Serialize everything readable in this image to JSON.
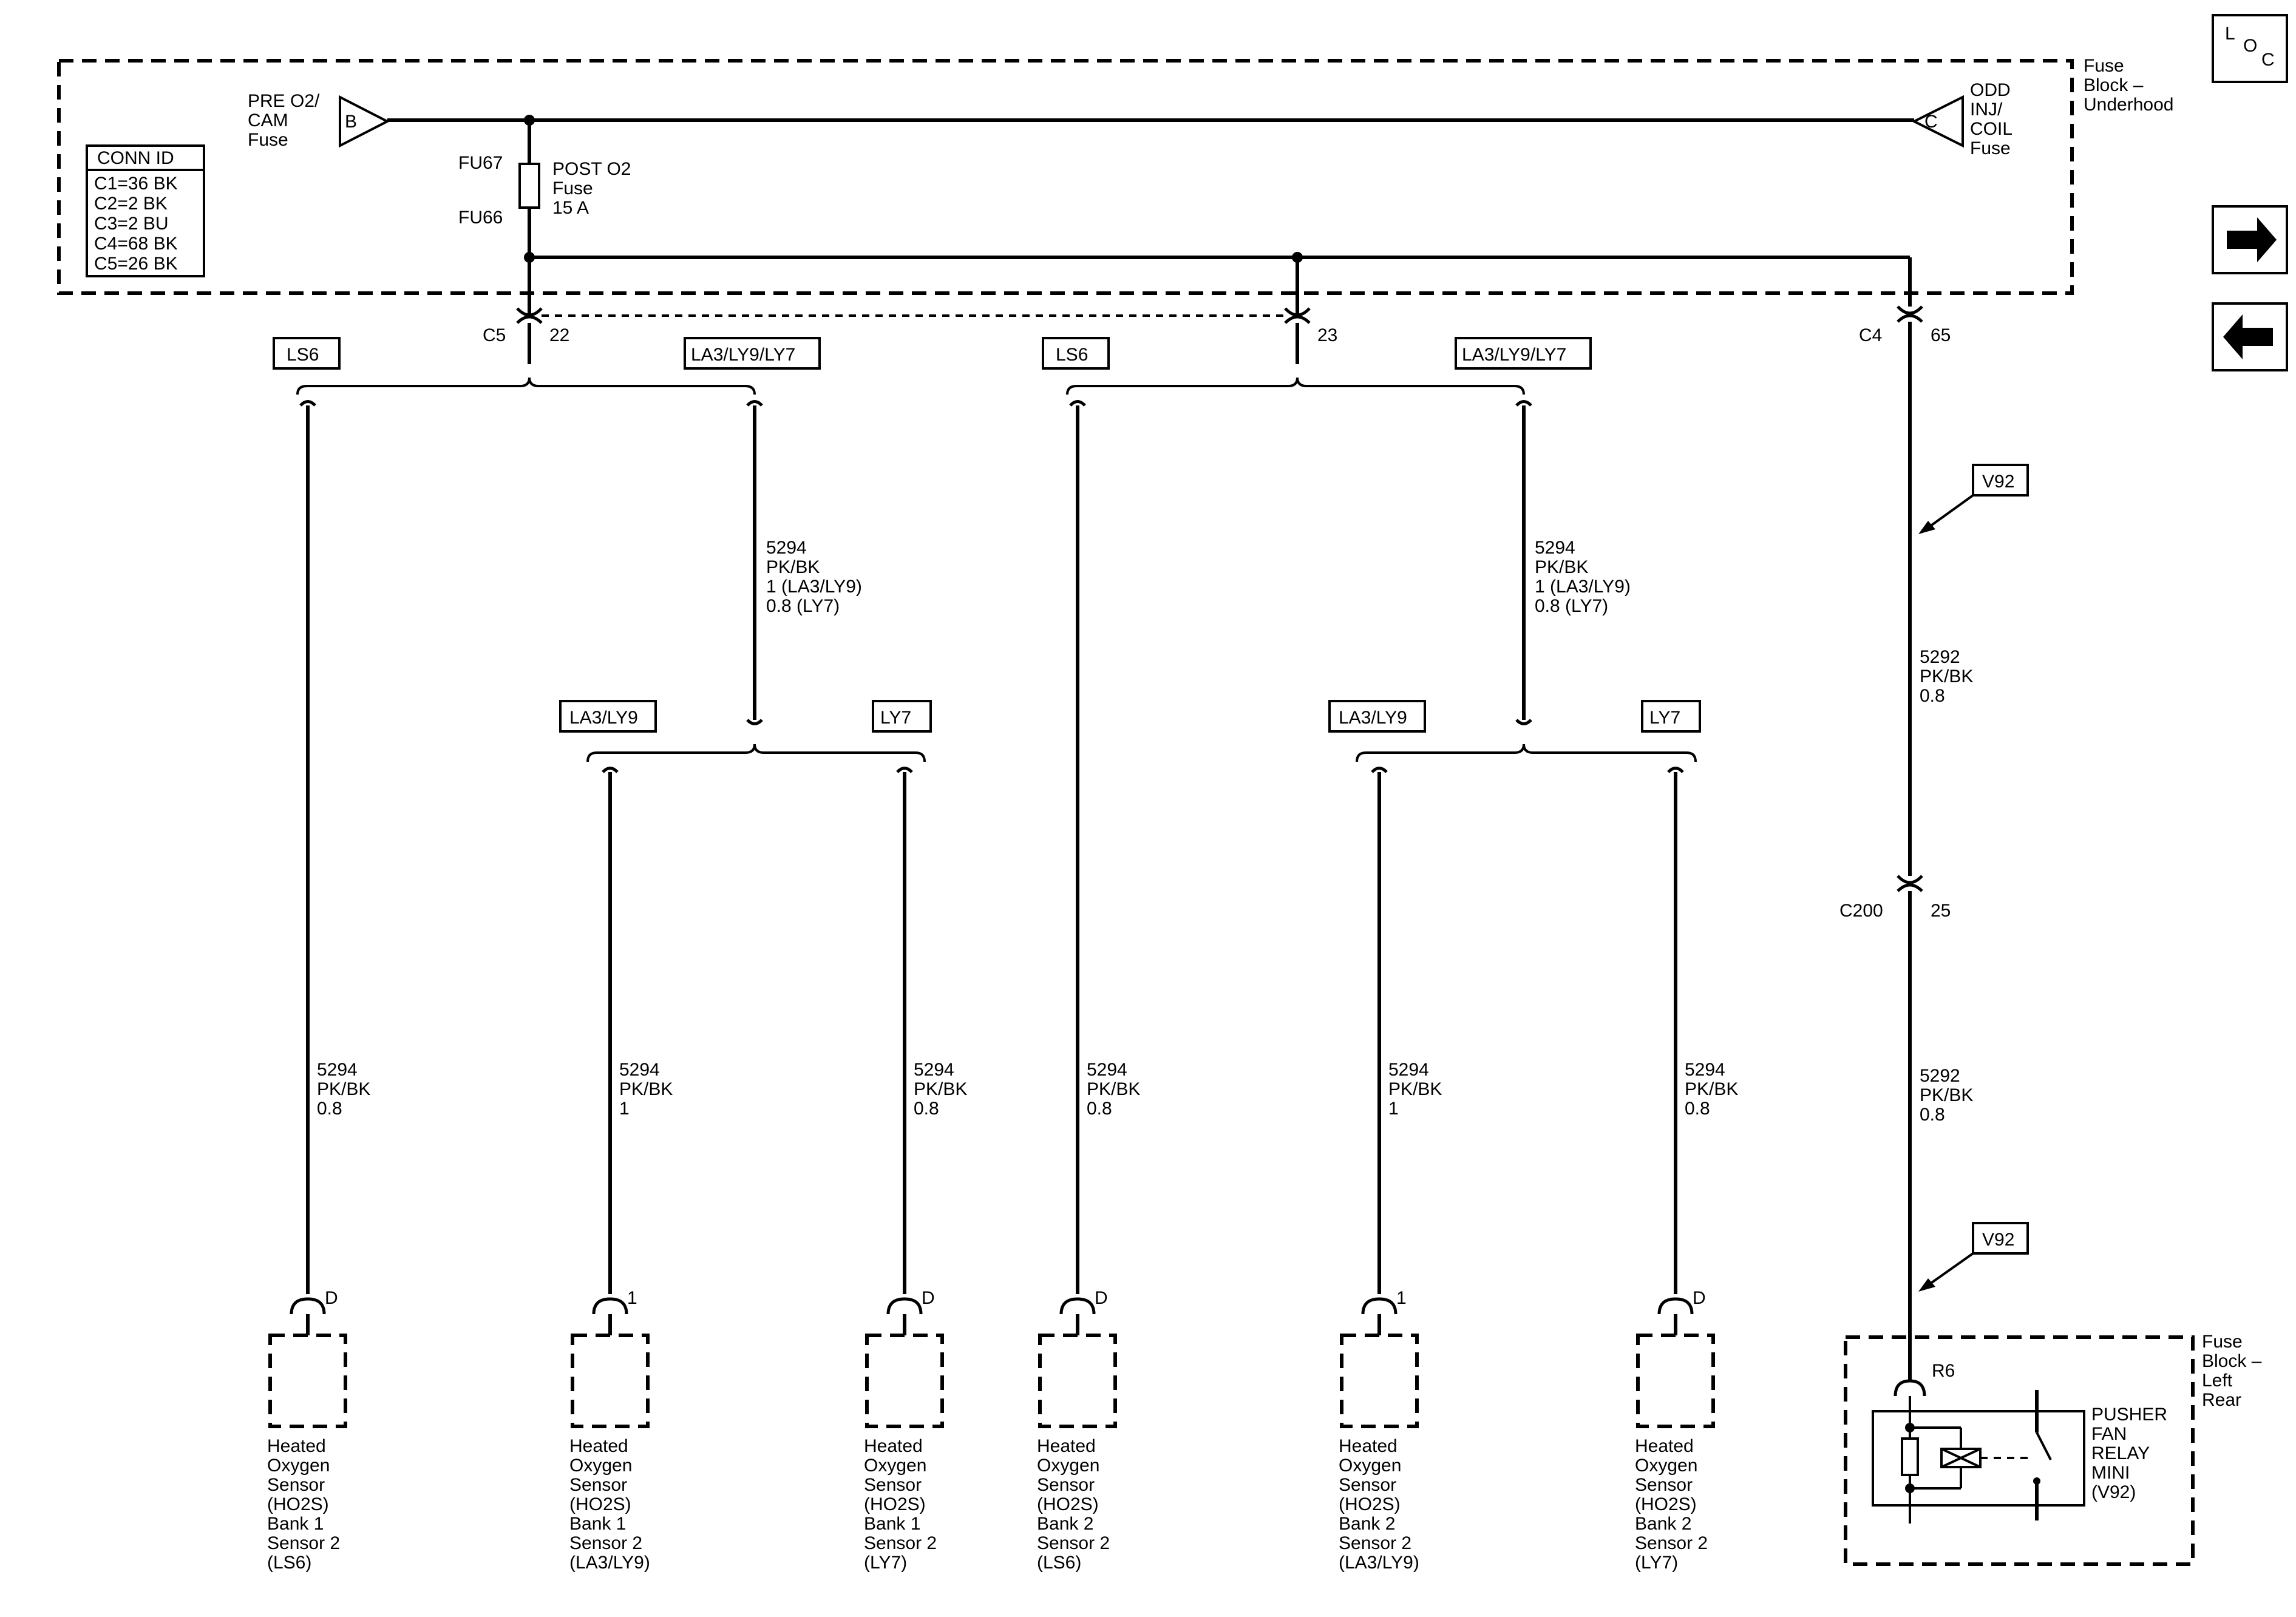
{
  "fuse_block_underhood": {
    "label": [
      "Fuse",
      "Block –",
      "Underhood"
    ],
    "input_terminal": "B",
    "input_label": [
      "PRE O2/",
      "CAM",
      "Fuse"
    ],
    "output_terminal": "C",
    "output_label": [
      "ODD",
      "INJ/",
      "COIL",
      "Fuse"
    ],
    "fuse_top_id": "FU67",
    "fuse_bottom_id": "FU66",
    "fuse_label": [
      "POST O2",
      "Fuse",
      "15 A"
    ],
    "conn_id": {
      "title": "CONN ID",
      "rows": [
        "C1=36 BK",
        "C2=2 BK",
        "C3=2 BU",
        "C4=68 BK",
        "C5=26 BK"
      ]
    }
  },
  "loc_icon": [
    "L",
    "O",
    "C"
  ],
  "nav": {
    "next": "next-page",
    "prev": "previous-page"
  },
  "connectors": {
    "c5": {
      "name": "C5",
      "pin": "22"
    },
    "pin23": {
      "pin": "23"
    },
    "c4": {
      "name": "C4",
      "pin": "65"
    },
    "c200": {
      "name": "C200",
      "pin": "25"
    }
  },
  "option_tags": {
    "ls6": "LS6",
    "la3_ly9_ly7": "LA3/LY9/LY7",
    "la3_ly9": "LA3/LY9",
    "ly7": "LY7",
    "v92": "V92"
  },
  "wires": {
    "trunk": [
      "5294",
      "PK/BK",
      "1 (LA3/LY9)",
      "0.8 (LY7)"
    ],
    "ls6": [
      "5294",
      "PK/BK",
      "0.8"
    ],
    "la3": [
      "5294",
      "PK/BK",
      "1"
    ],
    "ly7": [
      "5294",
      "PK/BK",
      "0.8"
    ],
    "v92_top": [
      "5292",
      "PK/BK",
      "0.8"
    ],
    "v92_bottom": [
      "5292",
      "PK/BK",
      "0.8"
    ]
  },
  "sensors": [
    {
      "pin": "D",
      "label": [
        "Heated",
        "Oxygen",
        "Sensor",
        "(HO2S)",
        "Bank 1",
        "Sensor 2",
        "(LS6)"
      ]
    },
    {
      "pin": "1",
      "label": [
        "Heated",
        "Oxygen",
        "Sensor",
        "(HO2S)",
        "Bank 1",
        "Sensor 2",
        "(LA3/LY9)"
      ]
    },
    {
      "pin": "D",
      "label": [
        "Heated",
        "Oxygen",
        "Sensor",
        "(HO2S)",
        "Bank 1",
        "Sensor 2",
        "(LY7)"
      ]
    },
    {
      "pin": "D",
      "label": [
        "Heated",
        "Oxygen",
        "Sensor",
        "(HO2S)",
        "Bank 2",
        "Sensor 2",
        "(LS6)"
      ]
    },
    {
      "pin": "1",
      "label": [
        "Heated",
        "Oxygen",
        "Sensor",
        "(HO2S)",
        "Bank 2",
        "Sensor 2",
        "(LA3/LY9)"
      ]
    },
    {
      "pin": "D",
      "label": [
        "Heated",
        "Oxygen",
        "Sensor",
        "(HO2S)",
        "Bank 2",
        "Sensor 2",
        "(LY7)"
      ]
    }
  ],
  "fuse_block_left_rear": {
    "label": [
      "Fuse",
      "Block –",
      "Left",
      "Rear"
    ],
    "pin": "R6",
    "relay_label": [
      "PUSHER",
      "FAN",
      "RELAY",
      "MINI",
      "(V92)"
    ]
  }
}
